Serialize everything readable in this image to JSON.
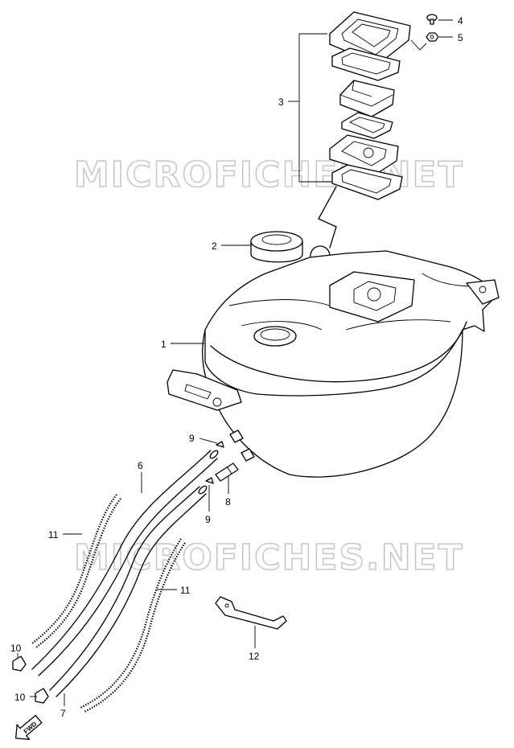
{
  "watermarks": [
    "MICROFICHES.NET",
    "MICROFICHES.NET"
  ],
  "callouts": {
    "c1": "1",
    "c2": "2",
    "c3": "3",
    "c4": "4",
    "c5": "5",
    "c6": "6",
    "c7": "7",
    "c8": "8",
    "c9a": "9",
    "c9b": "9",
    "c10a": "10",
    "c10b": "10",
    "c11a": "11",
    "c11b": "11",
    "c12": "12"
  },
  "fwd_label": "FWD"
}
